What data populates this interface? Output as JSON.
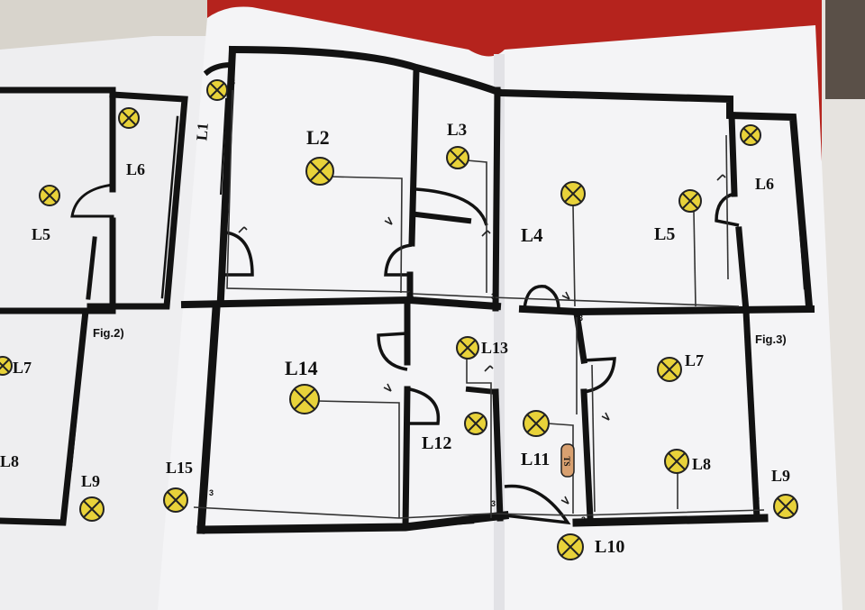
{
  "colors": {
    "table_red": "#b5231d",
    "paper": "#f4f4f6",
    "wall": "#121212",
    "lamp_fill": "#e8d23a",
    "switch_fill": "#d8a070"
  },
  "figures": {
    "fig2": "Fig.2)",
    "fig3": "Fig.3)"
  },
  "lamps": {
    "p1_l5": "L5",
    "p1_l6": "L6",
    "p1_l7": "L7",
    "p1_l8": "L8",
    "p1_l9": "L9",
    "l1": "L1",
    "l2": "L2",
    "l3": "L3",
    "l4": "L4",
    "l5": "L5",
    "l6": "L6",
    "l7": "L7",
    "l8": "L8",
    "l9": "L9",
    "l10": "L10",
    "l11": "L11",
    "l12": "L12",
    "l13": "L13",
    "l14": "L14",
    "l15": "L15"
  },
  "junction_mark": "3",
  "ts_label": "TS"
}
